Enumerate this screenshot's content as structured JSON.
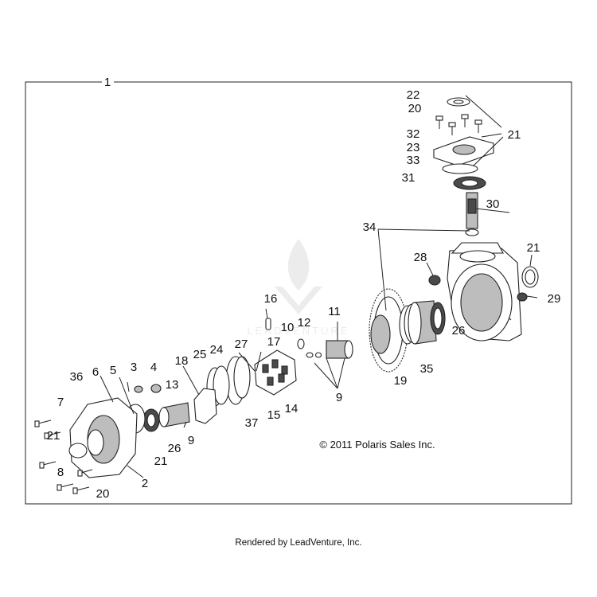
{
  "diagram": {
    "assembly_label": "1",
    "copyright": "© 2011 Polaris Sales Inc.",
    "watermark": "LEADVENTURE",
    "part_labels": [
      "2",
      "3",
      "4",
      "5",
      "6",
      "7",
      "8",
      "9",
      "9",
      "10",
      "11",
      "12",
      "13",
      "14",
      "15",
      "16",
      "17",
      "18",
      "19",
      "20",
      "20",
      "21",
      "21",
      "21",
      "21",
      "22",
      "23",
      "24",
      "25",
      "26",
      "26",
      "27",
      "28",
      "29",
      "30",
      "31",
      "32",
      "33",
      "34",
      "35",
      "36",
      "37"
    ]
  },
  "footer": {
    "text": "Rendered by LeadVenture, Inc."
  }
}
